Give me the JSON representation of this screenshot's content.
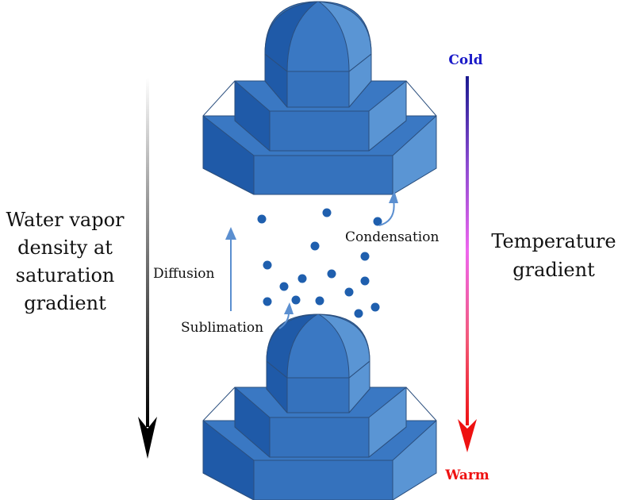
{
  "labels": {
    "left_line1": "Water vapor",
    "left_line2": "density at",
    "left_line3": "saturation",
    "left_line4": "gradient",
    "right_line1": "Temperature",
    "right_line2": "gradient",
    "cold": "Cold",
    "warm": "Warm",
    "condensation": "Condensation",
    "diffusion": "Diffusion",
    "sublimation": "Sublimation"
  },
  "colors": {
    "crystal_dark": "#1f5aa8",
    "crystal_mid": "#3a78c3",
    "crystal_light": "#5a95d4",
    "crystal_edge": "#2b4f7e",
    "vapor_dot": "#1f5fae",
    "process_arrow": "#5b8fd0",
    "cold": "#1a1ac8",
    "warm": "#ee1111",
    "temp_mid": "#ee66ee"
  }
}
